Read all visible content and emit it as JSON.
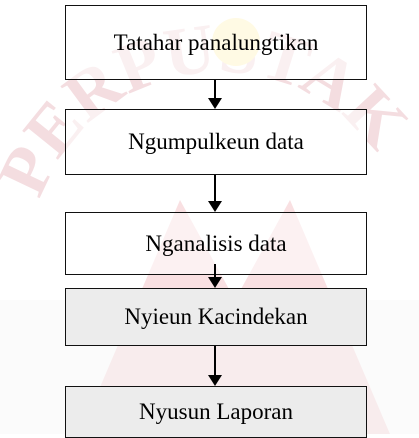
{
  "flowchart": {
    "steps": [
      {
        "label": "Tatahar panalungtikan",
        "fill": "#ffffff"
      },
      {
        "label": "Ngumpulkeun data",
        "fill": "#ffffff"
      },
      {
        "label": "Nganalisis data",
        "fill": "#ffffff"
      },
      {
        "label": "Nyieun Kacindekan",
        "fill": "#ececec"
      },
      {
        "label": "Nyusun Laporan",
        "fill": "#ececec"
      }
    ],
    "watermark": {
      "text": "PERPUSTAKAAN",
      "color": "#f2b8bc",
      "accent": "#fff3c4"
    }
  }
}
